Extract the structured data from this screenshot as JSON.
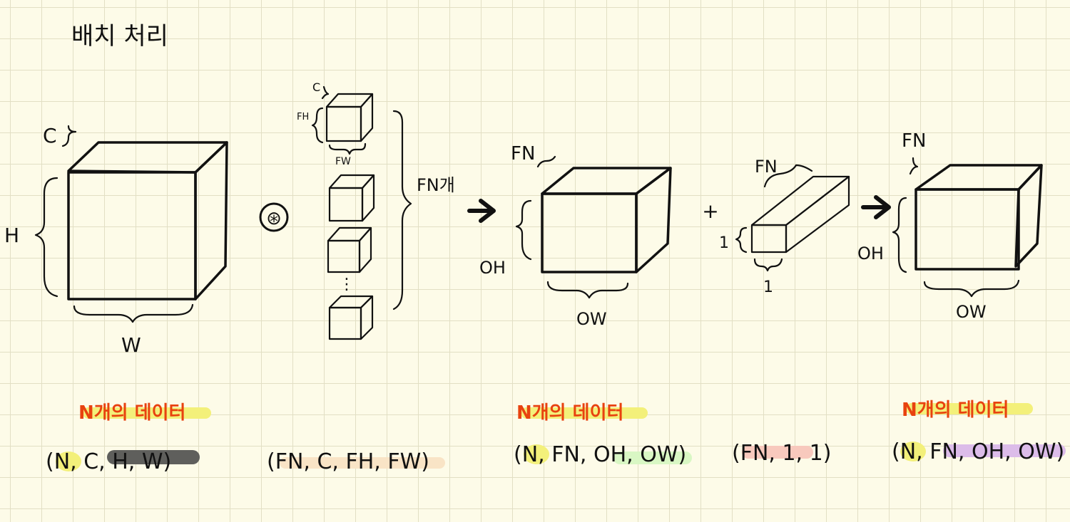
{
  "title": "배치 처리",
  "colors": {
    "input": "#5f5f5c",
    "filter": "#f9e4c6",
    "output": "#d9f7c4",
    "bias": "#f8c9bd",
    "final": "#dcbce9",
    "highlight_yellow": "#f3f07a",
    "label_orange": "#e8420f"
  },
  "input_block": {
    "c_label": "C",
    "h_label": "H",
    "w_label": "W",
    "caption": "N개의 데이터",
    "shape": "(N, C, H, W)"
  },
  "operator_conv": "⊛",
  "filters": {
    "c_label": "C",
    "fh_label": "FH",
    "fw_label": "FW",
    "count_label": "FN개",
    "ellipsis": "⋮",
    "shape": "(FN, C, FH, FW)"
  },
  "arrow_icon": "right-arrow-icon",
  "output_block": {
    "fn_label": "FN",
    "oh_label": "OH",
    "ow_label": "OW",
    "caption": "N개의 데이터",
    "shape": "(N, FN, OH, OW)"
  },
  "operator_plus": "+",
  "bias_block": {
    "fn_label": "FN",
    "one_h_label": "1",
    "one_w_label": "1",
    "shape": "(FN, 1, 1)"
  },
  "final_block": {
    "fn_label": "FN",
    "oh_label": "OH",
    "ow_label": "OW",
    "caption": "N개의 데이터",
    "shape": "(N, FN, OH, OW)"
  }
}
